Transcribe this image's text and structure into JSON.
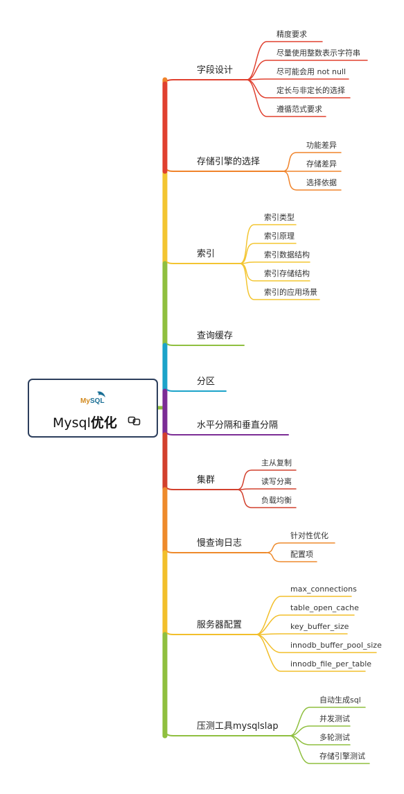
{
  "root": {
    "title_prefix": "Mysql",
    "title_bold": "优化",
    "logo_text_my": "My",
    "logo_text_sql": "SQL",
    "logo_icon": "mysql-dolphin-logo",
    "link_icon": "link-icon"
  },
  "branches": [
    {
      "label": "字段设计",
      "color": "#e0402f",
      "children": [
        "精度要求",
        "尽量使用整数表示字符串",
        "尽可能会用 not null",
        "定长与非定长的选择",
        "遵循范式要求"
      ]
    },
    {
      "label": "存储引擎的选择",
      "color": "#f0832a",
      "children": [
        "功能差异",
        "存储差异",
        "选择依据"
      ]
    },
    {
      "label": "索引",
      "color": "#f3c531",
      "children": [
        "索引类型",
        "索引原理",
        "索引数据结构",
        "索引存储结构",
        "索引的应用场景"
      ]
    },
    {
      "label": "查询缓存",
      "color": "#8fbf3f",
      "children": []
    },
    {
      "label": "分区",
      "color": "#1ba3c9",
      "children": []
    },
    {
      "label": "水平分隔和垂直分隔",
      "color": "#7b2c95",
      "children": []
    },
    {
      "label": "集群",
      "color": "#d2402d",
      "children": [
        "主从复制",
        "读写分离",
        "负载均衡"
      ]
    },
    {
      "label": "慢查询日志",
      "color": "#ee8a2b",
      "children": [
        "针对性优化",
        "配置项"
      ]
    },
    {
      "label": "服务器配置",
      "color": "#f2bf2b",
      "children": [
        "max_connections",
        "table_open_cache",
        "key_buffer_size",
        "innodb_buffer_pool_size",
        "innodb_file_per_table"
      ]
    },
    {
      "label": "压测工具mysqlslap",
      "color": "#8fbf3f",
      "children": [
        "自动生成sql",
        "并发测试",
        "多轮测试",
        "存储引擎测试"
      ]
    }
  ]
}
